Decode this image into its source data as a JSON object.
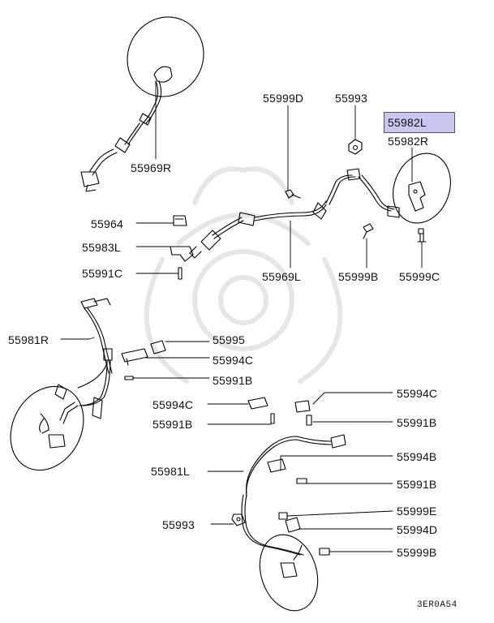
{
  "labels": {
    "p55999D": "55999D",
    "p55993_top": "55993",
    "p55982L": "55982L",
    "p55982R": "55982R",
    "p55969R": "55969R",
    "p55964": "55964",
    "p55983L": "55983L",
    "p55991C": "55991C",
    "p55969L": "55969L",
    "p55999B_top": "55999B",
    "p55999C": "55999C",
    "p55981R": "55981R",
    "p55995": "55995",
    "p55994C_top": "55994C",
    "p55991B_top": "55991B",
    "p55994C_right": "55994C",
    "p55994C_left": "55994C",
    "p55991B_left": "55991B",
    "p55991B_right": "55991B",
    "p55994B": "55994B",
    "p55981L": "55981L",
    "p55991B_lower": "55991B",
    "p55993_bottom": "55993",
    "p55999E": "55999E",
    "p55994D": "55994D",
    "p55999B_bottom": "55999B"
  },
  "highlight": {
    "part": "55982L",
    "color": "#c9c6f2"
  },
  "diagram_code": "3ER0A54"
}
